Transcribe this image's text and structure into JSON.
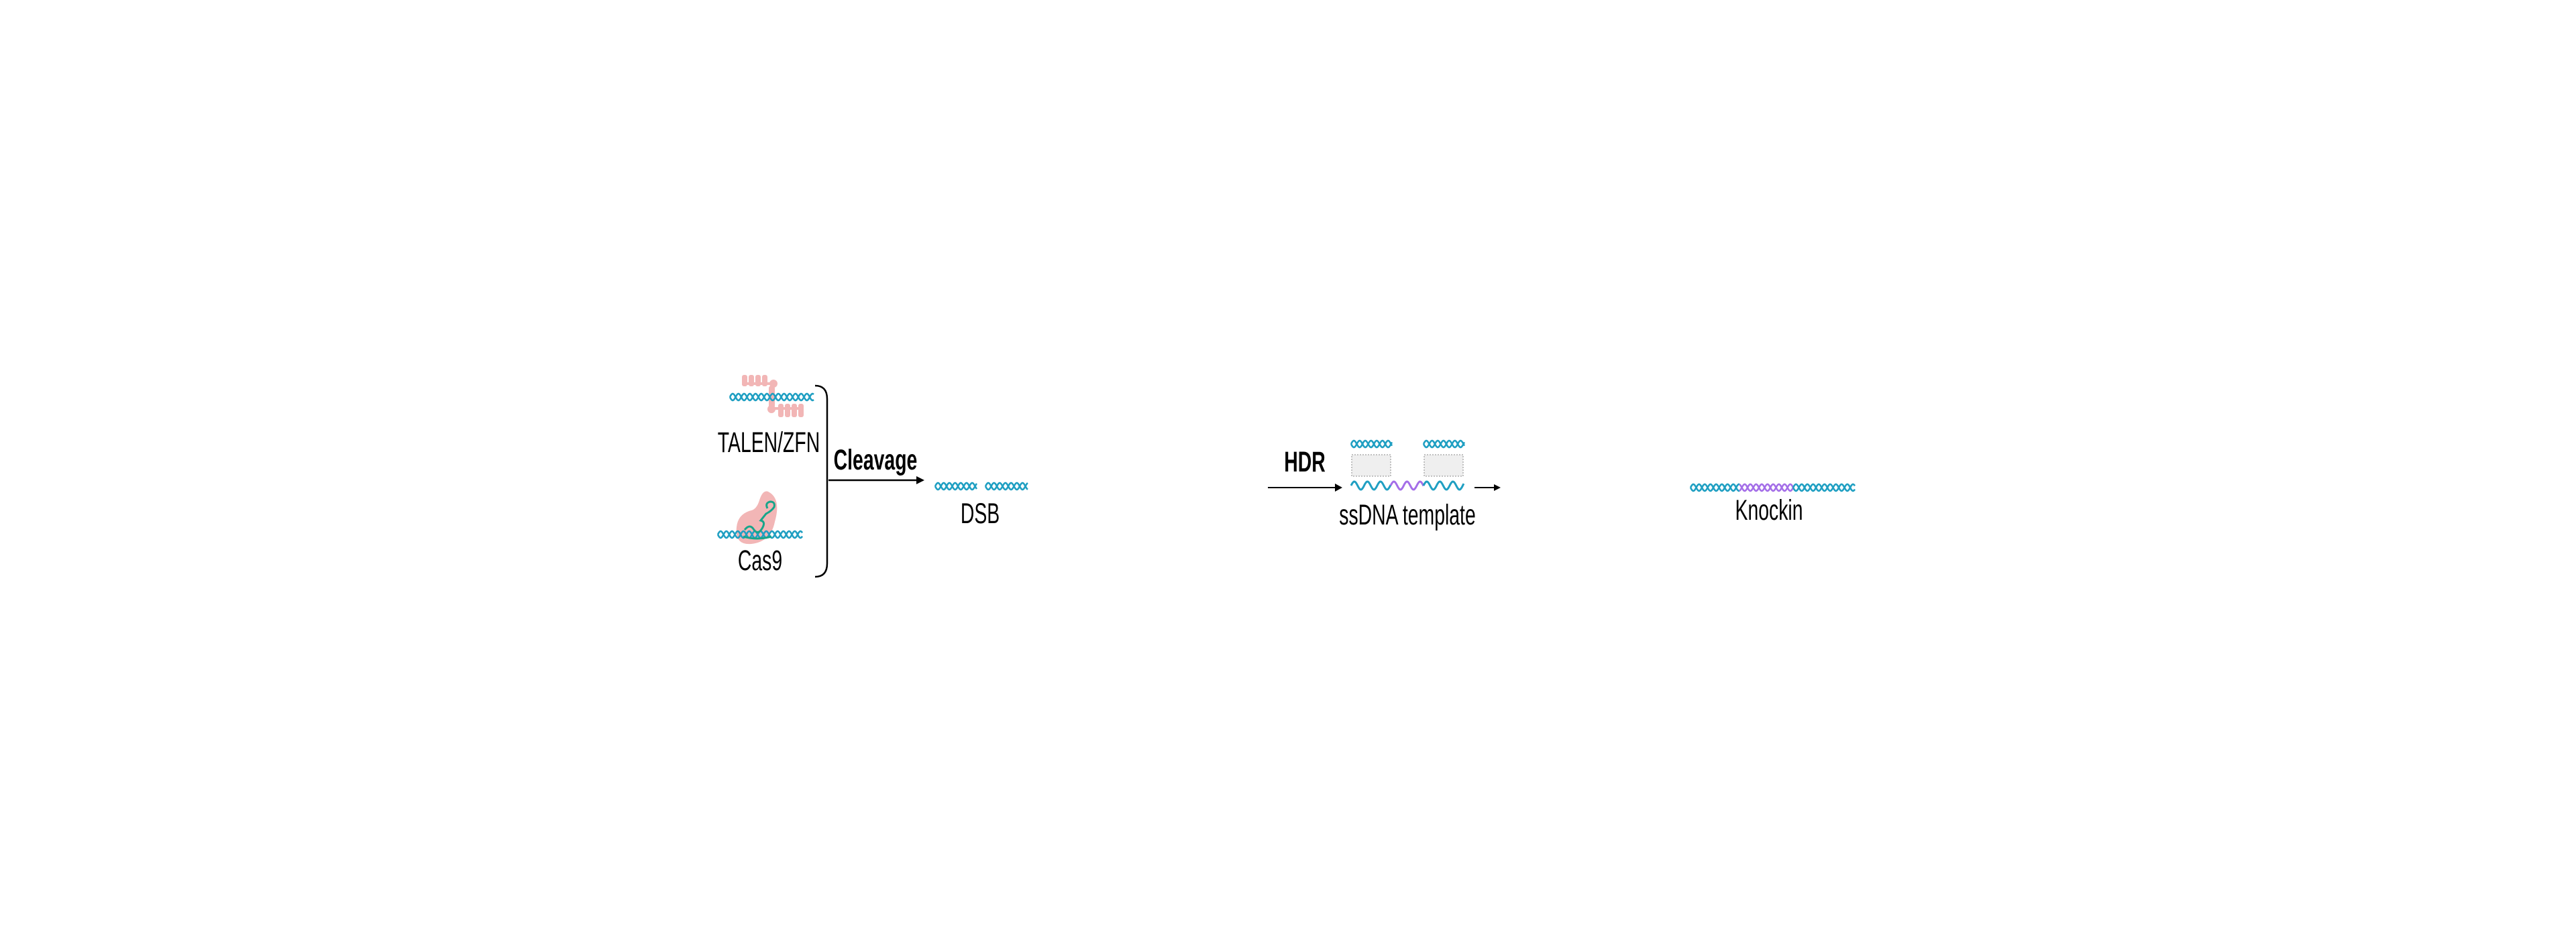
{
  "labels": {
    "talen": "TALEN/ZFN",
    "cas9": "Cas9",
    "cleavage": "Cleavage",
    "dsb": "DSB",
    "hdr": "HDR",
    "template": "ssDNA template",
    "knockin": "Knockin"
  },
  "colors": {
    "dna": "#1f9fc2",
    "insert": "#a46ee8",
    "nuclease": "#f2b6b6",
    "guide_rna": "#17a58a",
    "homology_box": "#efefef",
    "arrow": "#000000"
  }
}
